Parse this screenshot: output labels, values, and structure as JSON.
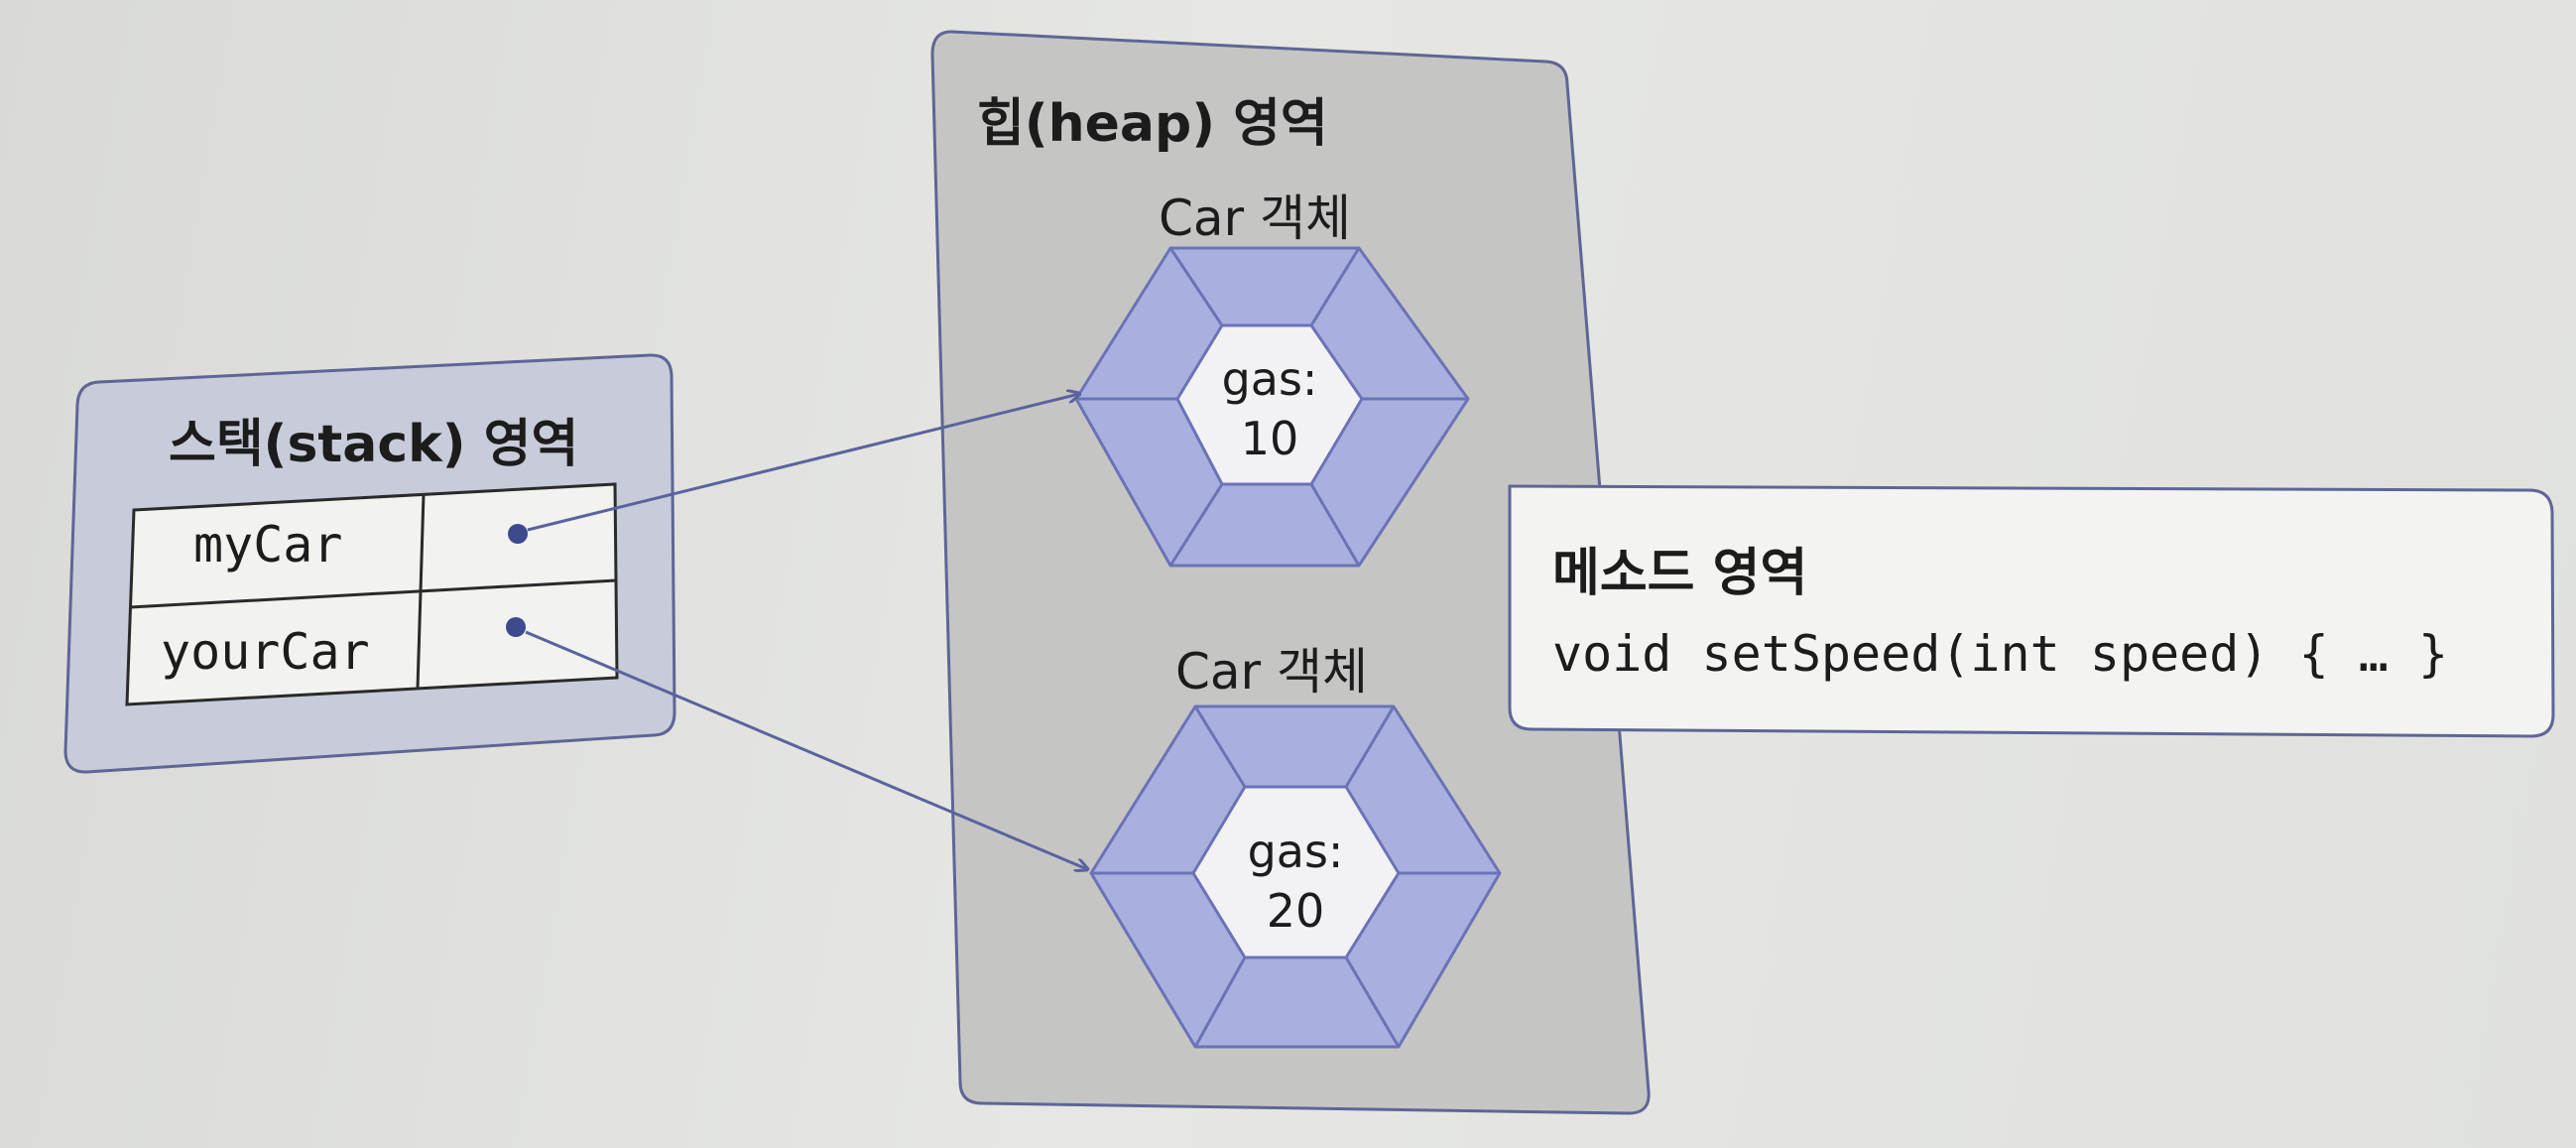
{
  "stack": {
    "title": "스택(stack) 영역",
    "variables": [
      {
        "name": "myCar"
      },
      {
        "name": "yourCar"
      }
    ]
  },
  "heap": {
    "title": "힙(heap) 영역",
    "objects": [
      {
        "label": "Car 객체",
        "field": "gas:",
        "value": "10"
      },
      {
        "label": "Car 객체",
        "field": "gas:",
        "value": "20"
      }
    ]
  },
  "method": {
    "title": "메소드 영역",
    "code": "void setSpeed(int speed) { … }"
  },
  "colors": {
    "region_fill": "#c8cbd9",
    "region_border": "#5f6597",
    "heap_fill": "#c5c6c4",
    "hex_fill": "#a9b0df",
    "hex_stroke": "#6b73b6",
    "arrow": "#5a639e"
  }
}
